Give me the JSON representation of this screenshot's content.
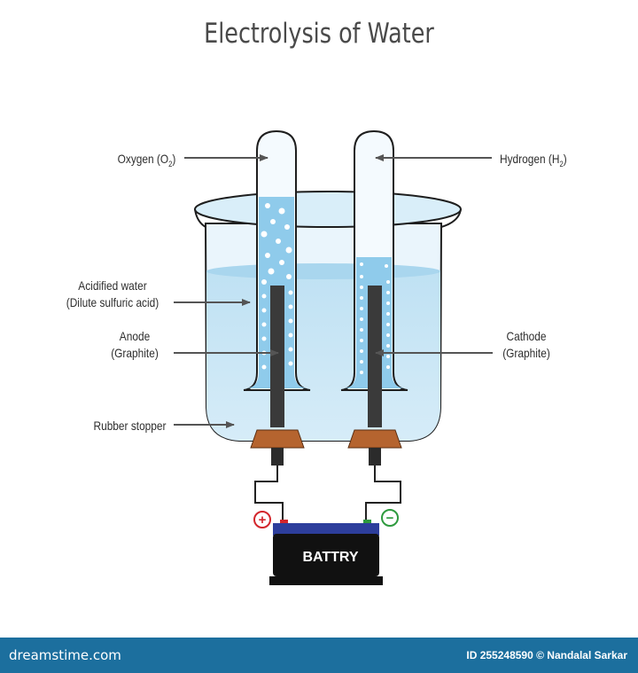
{
  "title": "Electrolysis of Water",
  "labels": {
    "oxygen": "Oxygen (O",
    "oxygen_sub": "2",
    "hydrogen": "Hydrogen (H",
    "hydrogen_sub": "2",
    "close_paren": ")",
    "acidified_line1": "Acidified water",
    "acidified_line2": "(Dilute sulfuric acid)",
    "anode_line1": "Anode",
    "anode_line2": "(Graphite)",
    "cathode_line1": "Cathode",
    "cathode_line2": "(Graphite)",
    "rubber_stopper": "Rubber stopper",
    "battery": "BATTRY",
    "plus": "+",
    "minus": "−"
  },
  "footer": {
    "logo": "dreamstime.com",
    "id": "ID 255248590 © Nandalal Sarkar"
  },
  "colors": {
    "water": "#cfe8f6",
    "beaker_outline": "#222222",
    "electrode": "#3a3a3a",
    "stopper": "#b5642f",
    "battery_body": "#111111",
    "battery_top": "#2d3e9c",
    "positive": "#d3262c",
    "negative": "#2e9a3e",
    "footer_bg": "#1c6f9e"
  }
}
